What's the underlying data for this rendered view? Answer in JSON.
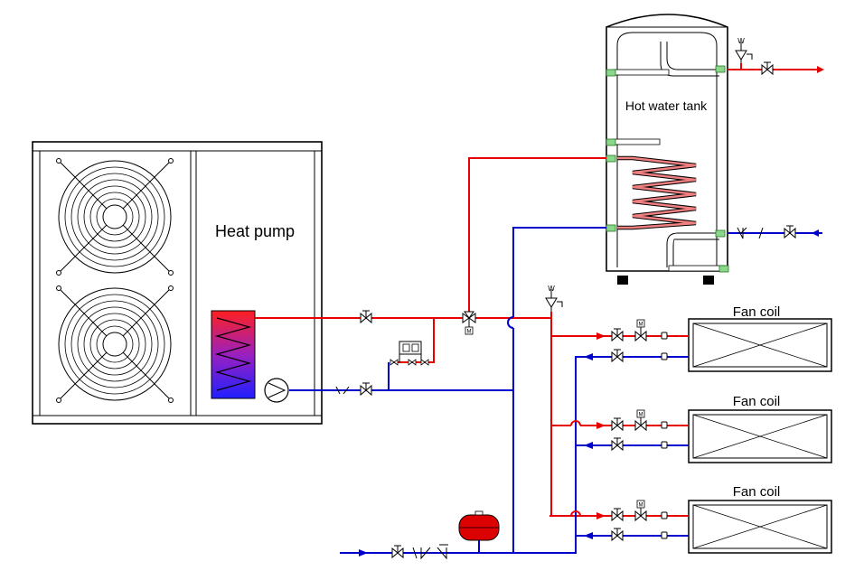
{
  "labels": {
    "heat_pump": "Heat pump",
    "tank": "Hot water tank",
    "fan_coil_1": "Fan coil",
    "fan_coil_2": "Fan coil",
    "fan_coil_3": "Fan coil",
    "motor": "M",
    "spring": "W"
  },
  "colors": {
    "hot": "#e60000",
    "cold": "#0000cc",
    "outline": "#000000",
    "background": "#ffffff",
    "tank_body": "#ffffff",
    "vessel": "#dd0000",
    "connector": "#44bb44",
    "gradient_top": "#ff2020",
    "gradient_bottom": "#2020ff"
  },
  "icons": [
    "fan-icon",
    "pump-icon",
    "valve-icon",
    "three-way-valve-icon",
    "check-valve-icon",
    "safety-valve-icon",
    "motor-valve-icon",
    "expansion-vessel-icon",
    "filter-icon"
  ]
}
